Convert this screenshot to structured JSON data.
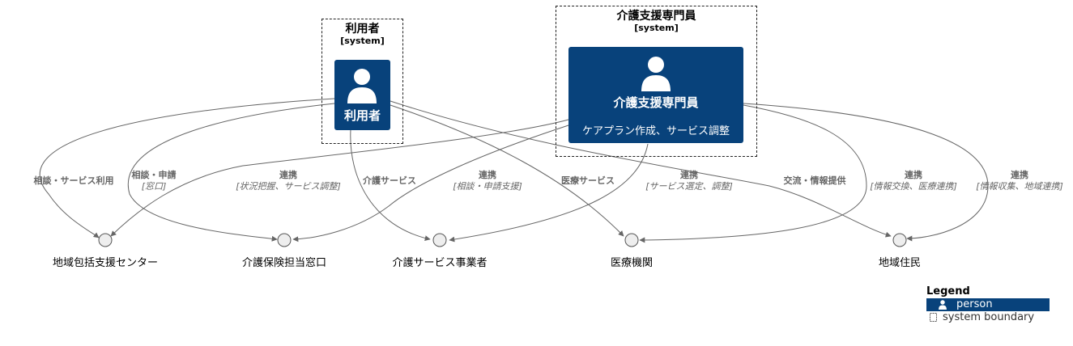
{
  "boundaries": [
    {
      "title": "利用者",
      "stereotype": "[system]"
    },
    {
      "title": "介護支援専門員",
      "stereotype": "[system]"
    }
  ],
  "persons": [
    {
      "name": "利用者",
      "description": ""
    },
    {
      "name": "介護支援専門員",
      "description": "ケアプラン作成、サービス調整"
    }
  ],
  "interfaces": [
    {
      "label": "地域包括支援センター"
    },
    {
      "label": "介護保険担当窓口"
    },
    {
      "label": "介護サービス事業者"
    },
    {
      "label": "医療機関"
    },
    {
      "label": "地域住民"
    }
  ],
  "edges": [
    {
      "from": "利用者",
      "to": "地域包括支援センター",
      "label": "相談・サービス利用",
      "tech": ""
    },
    {
      "from": "利用者",
      "to": "介護保険担当窓口",
      "label": "相談・申請",
      "tech": "[窓口]"
    },
    {
      "from": "介護支援専門員",
      "to": "地域包括支援センター",
      "label": "連携",
      "tech": "[状況把握、サービス調整]"
    },
    {
      "from": "利用者",
      "to": "介護サービス事業者",
      "label": "介護サービス",
      "tech": ""
    },
    {
      "from": "介護支援専門員",
      "to": "介護保険担当窓口",
      "label": "連携",
      "tech": "[相談・申請支援]"
    },
    {
      "from": "利用者",
      "to": "医療機関",
      "label": "医療サービス",
      "tech": ""
    },
    {
      "from": "介護支援専門員",
      "to": "介護サービス事業者",
      "label": "連携",
      "tech": "[サービス選定、調整]"
    },
    {
      "from": "利用者",
      "to": "地域住民",
      "label": "交流・情報提供",
      "tech": ""
    },
    {
      "from": "介護支援専門員",
      "to": "医療機関",
      "label": "連携",
      "tech": "[情報交換、医療連携]"
    },
    {
      "from": "介護支援専門員",
      "to": "地域住民",
      "label": "連携",
      "tech": "[情報収集、地域連携]"
    }
  ],
  "legend": {
    "title": "Legend",
    "items": [
      {
        "label": "person",
        "color": "#08427b"
      },
      {
        "label": "system boundary",
        "icon": "dashed-box-icon"
      }
    ]
  },
  "colors": {
    "person": "#08427b",
    "edge": "#666666",
    "interface_fill": "#eeeeee"
  }
}
